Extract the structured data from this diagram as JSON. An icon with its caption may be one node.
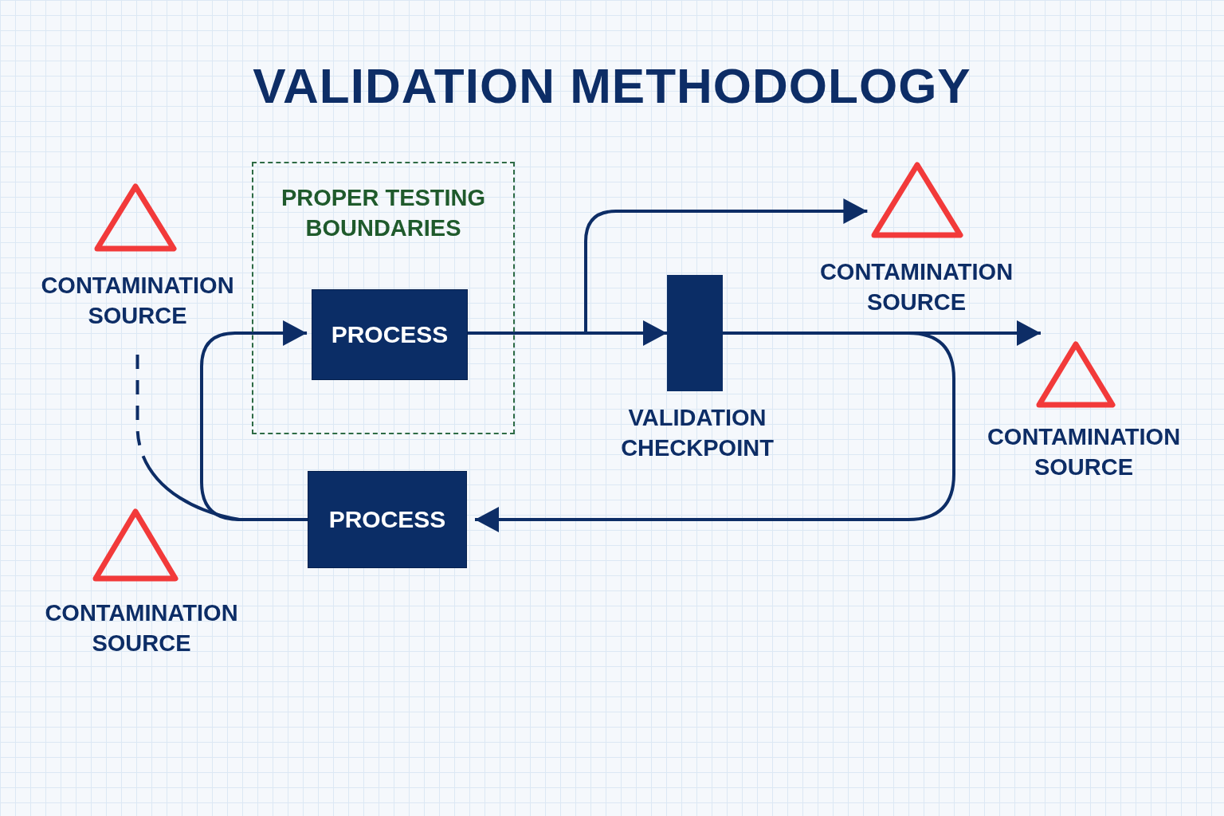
{
  "diagram": {
    "title": "VALIDATION METHODOLOGY",
    "nodes": [
      {
        "text": [
          "PROPER TESTING BOUNDARIES"
        ]
      },
      {
        "text": [
          "PROCESS"
        ],
        "in": 0
      },
      {
        "text": [],
        "shape": "bar",
        "beside": [
          "VALIDATION CHECKPOINT"
        ]
      },
      {
        "text": [
          "PROCESS"
        ]
      },
      {
        "text": [],
        "shape": "triangle",
        "beside": [
          "CONTAMINATION SOURCE"
        ]
      },
      {
        "text": [],
        "shape": "triangle",
        "beside": [
          "CONTAMINATION SOURCE"
        ]
      },
      {
        "text": [],
        "shape": "triangle",
        "beside": [
          "CONTAMINATION SOURCE"
        ]
      },
      {
        "text": [],
        "shape": "triangle",
        "beside": [
          "CONTAMINATION SOURCE"
        ]
      }
    ],
    "edges": [
      {
        "from": 1,
        "to": 2,
        "arrow": "to"
      },
      {
        "from": 1,
        "to": 5,
        "arrow": "to"
      },
      {
        "from": 2,
        "to": 6,
        "arrow": "to"
      },
      {
        "from": 2,
        "to": 3,
        "arrow": "to"
      },
      {
        "from": 3,
        "to": 1,
        "arrow": "to"
      },
      {
        "from": 4,
        "to": 3,
        "arrow": "none",
        "style": "dashed"
      }
    ]
  }
}
